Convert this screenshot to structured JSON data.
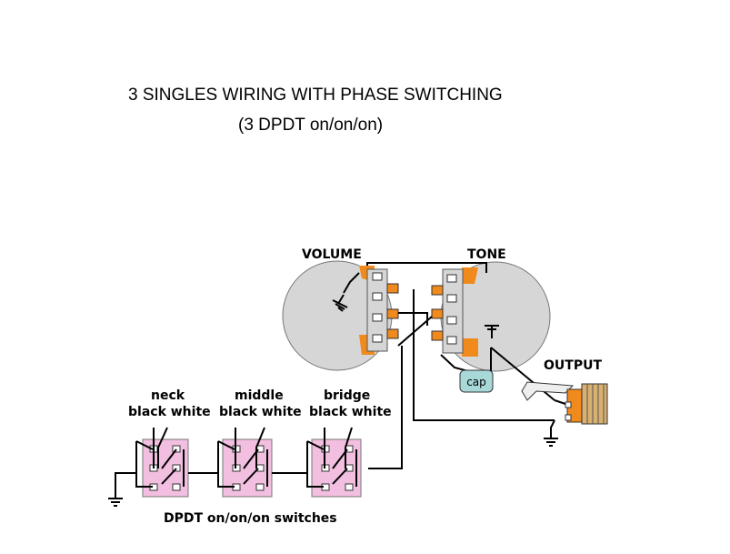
{
  "title": {
    "line1": "3 SINGLES WIRING WITH PHASE SWITCHING",
    "line2": "(3 DPDT on/on/on)"
  },
  "labels": {
    "volume": "VOLUME",
    "tone": "TONE",
    "output": "OUTPUT",
    "cap": "cap",
    "switches_caption": "DPDT on/on/on switches"
  },
  "switches": [
    {
      "name": "neck",
      "wires": "black  white"
    },
    {
      "name": "middle",
      "wires": "black  white"
    },
    {
      "name": "bridge",
      "wires": "black  white"
    }
  ],
  "colors": {
    "pot_body": "#d6d6d6",
    "pot_lug": "#f08a1c",
    "switch_body": "#f2bfe0",
    "cap": "#a9d8d8",
    "wire": "#000000"
  }
}
